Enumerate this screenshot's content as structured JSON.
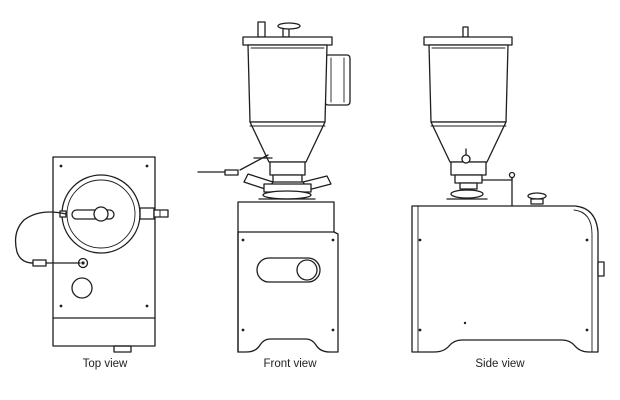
{
  "captions": {
    "top": "Top view",
    "front": "Front view",
    "side": "Side view"
  },
  "colors": {
    "line": "#1e1e1e",
    "background": "#ffffff",
    "caption_text": "#222222"
  }
}
